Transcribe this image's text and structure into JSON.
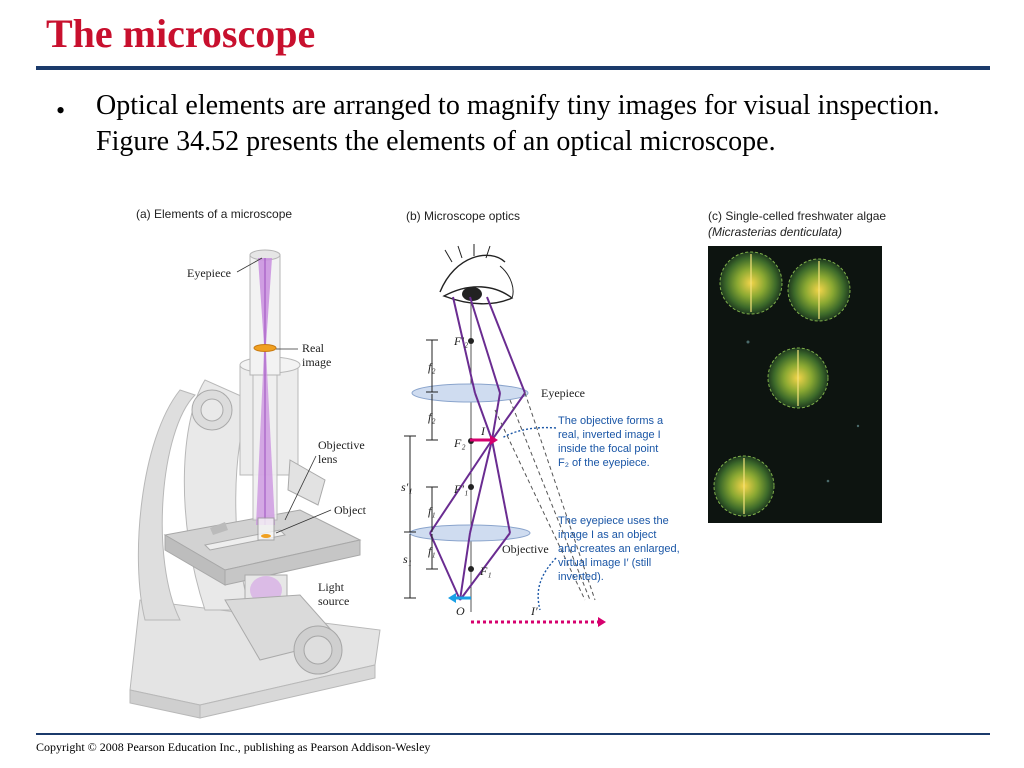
{
  "slide": {
    "title": "The microscope",
    "bullet": "Optical elements are arranged to magnify tiny images for visual inspection. Figure 34.52 presents the elements of an optical microscope.",
    "footer": "Copyright © 2008 Pearson Education Inc., publishing as Pearson Addison-Wesley"
  },
  "figure": {
    "a": {
      "caption_letter": "(a)",
      "caption": "Elements of a microscope",
      "labels": {
        "eyepiece": "Eyepiece",
        "real_image_1": "Real",
        "real_image_2": "image",
        "objective_1": "Objective",
        "objective_2": "lens",
        "object": "Object",
        "light_1": "Light",
        "light_2": "source"
      }
    },
    "b": {
      "caption_letter": "(b)",
      "caption": "Microscope optics",
      "labels": {
        "F2p": "F′₂",
        "f2_top": "f₂",
        "eyepiece": "Eyepiece",
        "f2_bottom": "f₂",
        "I": "I",
        "F2": "F₂",
        "s1p": "s′₁",
        "F1p": "F′₁",
        "f1_top": "f₁",
        "objective": "Objective",
        "f1_bottom": "f₁",
        "s1": "s₁",
        "F1": "F₁",
        "O": "O",
        "Ip": "I′"
      },
      "notes": {
        "n1_l1": "The objective forms a",
        "n1_l2": "real, inverted image I",
        "n1_l3": "inside the focal point",
        "n1_l4": "F₂ of the eyepiece.",
        "n2_l1": "The eyepiece uses the",
        "n2_l2": "image I as an object",
        "n2_l3": "and creates an enlarged,",
        "n2_l4": "virtual image I′ (still",
        "n2_l5": "inverted)."
      }
    },
    "c": {
      "caption_letter": "(c)",
      "caption_1": "Single-celled freshwater algae",
      "caption_2": "(Micrasterias denticulata)"
    }
  },
  "colors": {
    "title": "#c8102e",
    "rule": "#1b3a6b",
    "ray": "#6a2c91",
    "note": "#1a56a6",
    "magenta": "#d6006e"
  }
}
